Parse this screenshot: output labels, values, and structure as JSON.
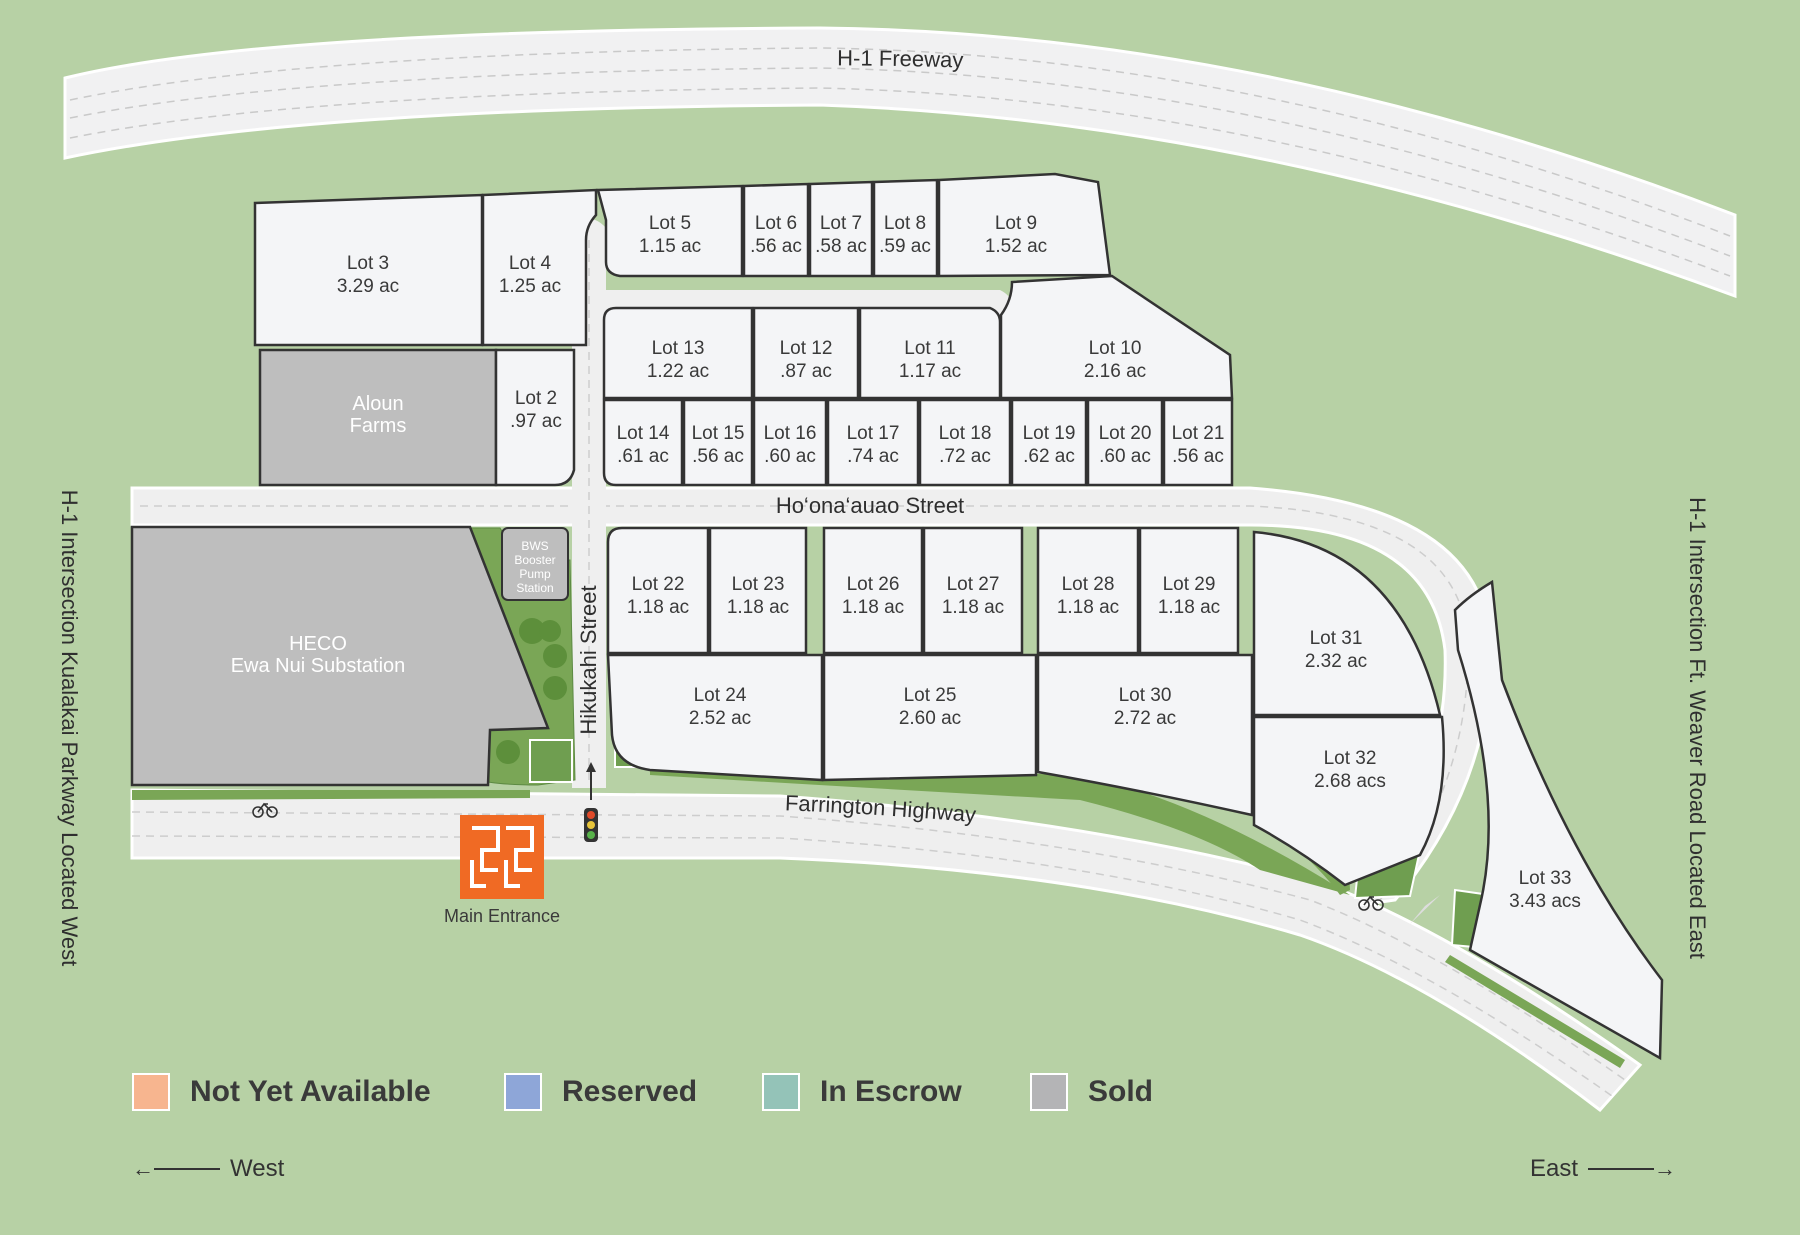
{
  "roads": {
    "freeway": "H-1 Freeway",
    "main_street": "Ho‘ona‘auao Street",
    "side_street": "Hikukahi Street",
    "highway": "Farrington Highway",
    "west_side": "H-1 Intersection Kualakai Parkway Located West",
    "east_side": "H-1 Intersection Ft. Weaver Road Located East"
  },
  "facilities": {
    "aloun": [
      "Aloun",
      "Farms"
    ],
    "heco": [
      "HECO",
      "Ewa Nui Substation"
    ],
    "bws": [
      "BWS",
      "Booster",
      "Pump",
      "Station"
    ]
  },
  "main_entrance": "Main Entrance",
  "lots": [
    {
      "name": "Lot 2",
      "size": ".97 ac"
    },
    {
      "name": "Lot 3",
      "size": "3.29 ac"
    },
    {
      "name": "Lot 4",
      "size": "1.25 ac"
    },
    {
      "name": "Lot 5",
      "size": "1.15 ac"
    },
    {
      "name": "Lot 6",
      "size": ".56 ac"
    },
    {
      "name": "Lot 7",
      "size": ".58 ac"
    },
    {
      "name": "Lot 8",
      "size": ".59 ac"
    },
    {
      "name": "Lot 9",
      "size": "1.52 ac"
    },
    {
      "name": "Lot 10",
      "size": "2.16 ac"
    },
    {
      "name": "Lot 11",
      "size": "1.17 ac"
    },
    {
      "name": "Lot 12",
      "size": ".87 ac"
    },
    {
      "name": "Lot 13",
      "size": "1.22 ac"
    },
    {
      "name": "Lot 14",
      "size": ".61 ac"
    },
    {
      "name": "Lot 15",
      "size": ".56 ac"
    },
    {
      "name": "Lot 16",
      "size": ".60 ac"
    },
    {
      "name": "Lot 17",
      "size": ".74 ac"
    },
    {
      "name": "Lot 18",
      "size": ".72 ac"
    },
    {
      "name": "Lot 19",
      "size": ".62 ac"
    },
    {
      "name": "Lot 20",
      "size": ".60 ac"
    },
    {
      "name": "Lot 21",
      "size": ".56 ac"
    },
    {
      "name": "Lot 22",
      "size": "1.18 ac"
    },
    {
      "name": "Lot 23",
      "size": "1.18 ac"
    },
    {
      "name": "Lot 24",
      "size": "2.52 ac"
    },
    {
      "name": "Lot 25",
      "size": "2.60 ac"
    },
    {
      "name": "Lot 26",
      "size": "1.18 ac"
    },
    {
      "name": "Lot 27",
      "size": "1.18 ac"
    },
    {
      "name": "Lot 28",
      "size": "1.18 ac"
    },
    {
      "name": "Lot 29",
      "size": "1.18 ac"
    },
    {
      "name": "Lot 30",
      "size": "2.72 ac"
    },
    {
      "name": "Lot 31",
      "size": "2.32 ac"
    },
    {
      "name": "Lot 32",
      "size": "2.68 acs"
    },
    {
      "name": "Lot 33",
      "size": "3.43 acs"
    }
  ],
  "legend": [
    {
      "label": "Not Yet Available",
      "color": "#f7b58f"
    },
    {
      "label": "Reserved",
      "color": "#8ea6d8"
    },
    {
      "label": "In Escrow",
      "color": "#94c3b8"
    },
    {
      "label": "Sold",
      "color": "#b4b4b6"
    }
  ],
  "directions": {
    "west": "West",
    "east": "East"
  },
  "colors": {
    "background": "#b7d1a5",
    "lot": "#f4f5f7",
    "sold": "#bfbfbf",
    "road": "#eeeeee",
    "green_strip": "#7aa656",
    "brand": "#f06a24"
  }
}
